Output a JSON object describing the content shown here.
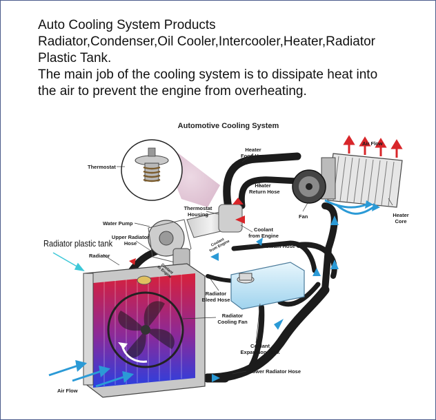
{
  "intro": {
    "line1": "Auto Cooling System Products",
    "line2": "Radiator,Condenser,Oil Cooler,Intercooler,Heater,Radiator",
    "line3": "Plastic Tank.",
    "line4": "The main job of the cooling system is to dissipate heat into",
    "line5": "the air to prevent the engine from overheating."
  },
  "diagram": {
    "title": "Automotive Cooling System",
    "labels": {
      "thermostat": "Thermostat",
      "heater_food_hose_1": "Heater",
      "heater_food_hose_2": "Food Hose",
      "air_flow_top": "Air Flow",
      "heater_return_1": "Heater",
      "heater_return_2": "Return Hose",
      "fan": "Fan",
      "heater_core_1": "Heater",
      "heater_core_2": "Core",
      "thermostat_housing_1": "Thermostat",
      "thermostat_housing_2": "Housing",
      "water_pump": "Water Pump",
      "coolant_from_engine_1": "Coolant",
      "coolant_from_engine_2": "from Engine",
      "upper_radiator_1": "Upper Radiator",
      "upper_radiator_2": "Hose",
      "radiator_plastic_tank": "Radiator plastic tank",
      "radiator": "Radiator",
      "steam_hose": "Steam Hose",
      "coolant_from_engine_small_1": "Coolant",
      "coolant_from_engine_small_2": "from Engine",
      "coolant_to_engine_1": "Coolant",
      "coolant_to_engine_2": "to Engine",
      "radiator_bleed_1": "Radiator",
      "radiator_bleed_2": "Bleed Hose",
      "radiator_fan_1": "Radiator",
      "radiator_fan_2": "Cooling Fan",
      "expansion_tank_1": "Coolant",
      "expansion_tank_2": "Expansion Tank",
      "lower_radiator_hose": "Lower Radiator Hose",
      "air_flow_bottom": "Air Flow"
    }
  },
  "colors": {
    "border": "#4a5a8a",
    "hose": "#1c1c1c",
    "flow_arrow": "#2b9ad6",
    "hot_arrow": "#d8262a",
    "tank": "#bfe2f3",
    "radiator_hot": "#c8203a",
    "radiator_cold": "#3a3ad6",
    "pointer_cyan": "#3ec8d8"
  }
}
